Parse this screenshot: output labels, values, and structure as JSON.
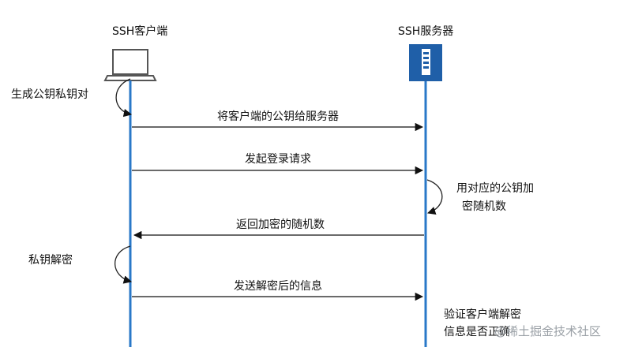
{
  "participants": {
    "client": "SSH客户端",
    "server": "SSH服务器"
  },
  "messages": {
    "send_pubkey": "将客户端的公钥给服务器",
    "login_request": "发起登录请求",
    "return_random": "返回加密的随机数",
    "send_decrypted": "发送解密后的信息"
  },
  "self_steps": {
    "gen_keys": "生成公钥私钥对",
    "encrypt_line1": "用对应的公钥加",
    "encrypt_line2": "密随机数",
    "decrypt": "私钥解密",
    "verify_line1": "验证客户端解密",
    "verify_line2": "信息是否正确"
  },
  "watermark": "@稀土掘金技术社区",
  "colors": {
    "lifeline": "#2a78c8",
    "server_box": "#1f5fa8",
    "arrow": "#111111"
  },
  "icons": {
    "client": "laptop-icon",
    "server": "server-icon"
  }
}
